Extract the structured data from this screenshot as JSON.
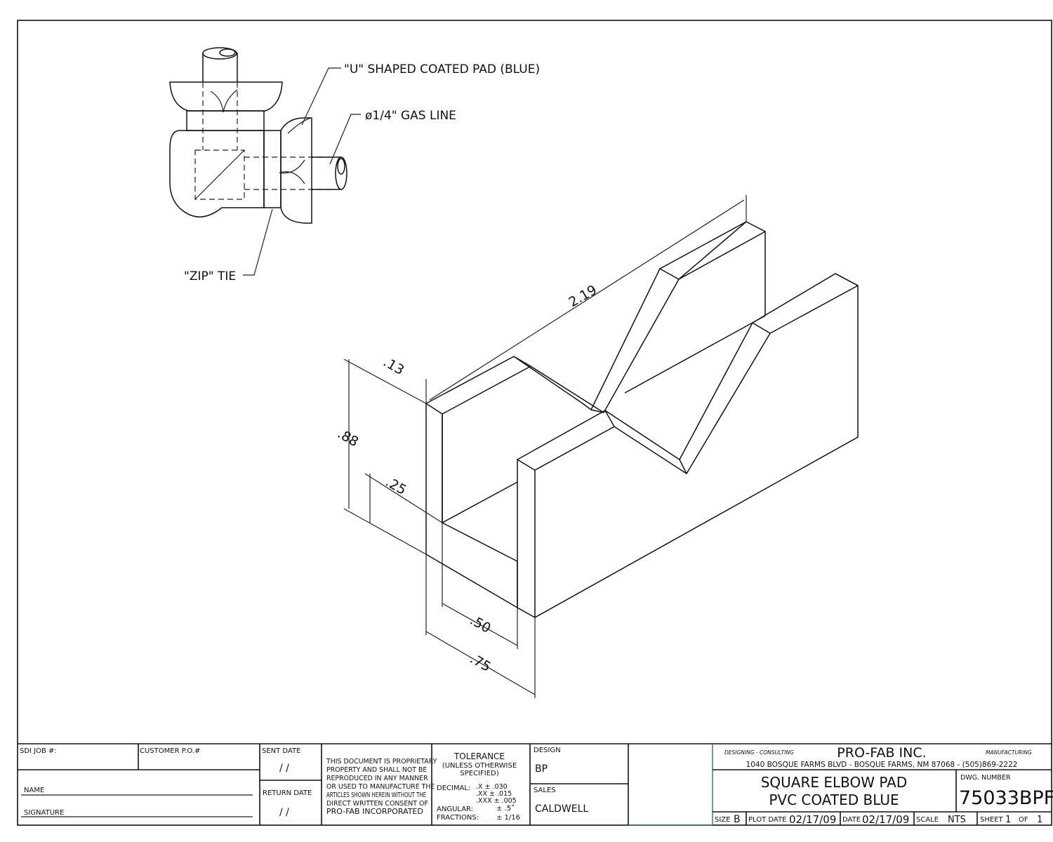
{
  "callouts": {
    "u_pad": "\"U\" SHAPED COATED PAD (BLUE)",
    "gas_line": "ø1/4\" GAS LINE",
    "zip_tie": "\"ZIP\" TIE"
  },
  "dimensions": {
    "length": "2.19",
    "wall": ".13",
    "height": ".88",
    "floor": ".25",
    "inner_width": ".50",
    "outer_width": ".75"
  },
  "title_block": {
    "sdi_job": "SDI JOB #:",
    "customer_po": "CUSTOMER P.O.#",
    "name": "NAME",
    "signature": "SIGNATURE",
    "sent_date_label": "SENT DATE",
    "sent_date_value": "/   /",
    "return_date_label": "RETURN DATE",
    "return_date_value": "/   /",
    "proprietary": [
      "THIS DOCUMENT IS PROPRIETARY",
      "PROPERTY AND SHALL NOT BE",
      "REPRODUCED IN ANY MANNER",
      "OR USED TO MANUFACTURE THE",
      "ARTICLES SHOWN HEREIN WITHOUT THE",
      "DIRECT WRITTEN CONSENT OF",
      "PRO-FAB INCORPORATED"
    ],
    "tolerance_title": "TOLERANCE",
    "tolerance_sub1": "(UNLESS OTHERWISE",
    "tolerance_sub2": "SPECIFIED)",
    "decimal_label": "DECIMAL:",
    "tol_x": ".X     ±  .030",
    "tol_xx": ".XX   ±  .015",
    "tol_xxx": ".XXX  ±  .005",
    "angular_label": "ANGULAR:",
    "angular_value": "±  .5˚",
    "fractions_label": "FRACTIONS:",
    "fractions_value": "±  1/16",
    "design_label": "DESIGN",
    "design_value": "BP",
    "sales_label": "SALES",
    "sales_value": "CALDWELL",
    "designing": "DESIGNING - CONSULTING",
    "company": "PRO-FAB INC.",
    "manufacturing": "MANUFACTURING",
    "address": "1040 BOSQUE FARMS BLVD - BOSQUE FARMS, NM 87068 - (505)869-2222",
    "part_line1": "SQUARE ELBOW PAD",
    "part_line2": "PVC COATED BLUE",
    "dwg_number_label": "DWG. NUMBER",
    "dwg_number": "75033BPF",
    "size_label": "SIZE",
    "size_value": "B",
    "plot_date_label": "PLOT DATE",
    "plot_date_value": "02/17/09",
    "date_label": "DATE",
    "date_value": "02/17/09",
    "scale_label": "SCALE",
    "scale_value": "NTS",
    "sheet_label": "SHEET",
    "sheet_value": "1",
    "of_label": "OF",
    "of_value": "1"
  }
}
